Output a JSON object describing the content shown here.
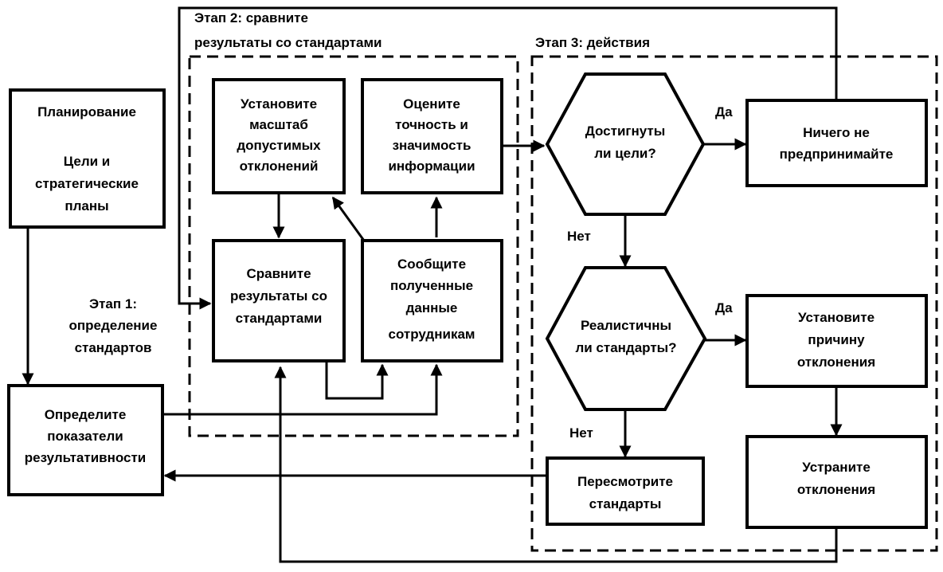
{
  "stages": {
    "stage1": [
      "Этап 1:",
      "определение",
      "стандартов"
    ],
    "stage2": [
      "Этап 2: сравните",
      "результаты со стандартами"
    ],
    "stage3": "Этап 3: действия"
  },
  "boxes": {
    "planning": {
      "title": "Планирование",
      "lines": [
        "Цели и",
        "стратегические",
        "планы"
      ]
    },
    "define_indicators": [
      "Определите",
      "показатели",
      "результативности"
    ],
    "set_scale": [
      "Установите",
      "масштаб",
      "допустимых",
      "отклонений"
    ],
    "evaluate": [
      "Оцените",
      "точность и",
      "значимость",
      "информации"
    ],
    "compare": [
      "Сравните",
      "результаты со",
      "стандартами"
    ],
    "report": [
      "Сообщите",
      "полученные",
      "данные",
      "сотрудникам"
    ],
    "goals_reached": [
      "Достигнуты",
      "ли цели?"
    ],
    "do_nothing": [
      "Ничего не",
      "предпринимайте"
    ],
    "realistic": [
      "Реалистичны",
      "ли стандарты?"
    ],
    "find_cause": [
      "Установите",
      "причину",
      "отклонения"
    ],
    "revise": [
      "Пересмотрите",
      "стандарты"
    ],
    "eliminate": [
      "Устраните",
      "отклонения"
    ]
  },
  "edge_labels": {
    "yes1": "Да",
    "no1": "Нет",
    "yes2": "Да",
    "no2": "Нет"
  }
}
